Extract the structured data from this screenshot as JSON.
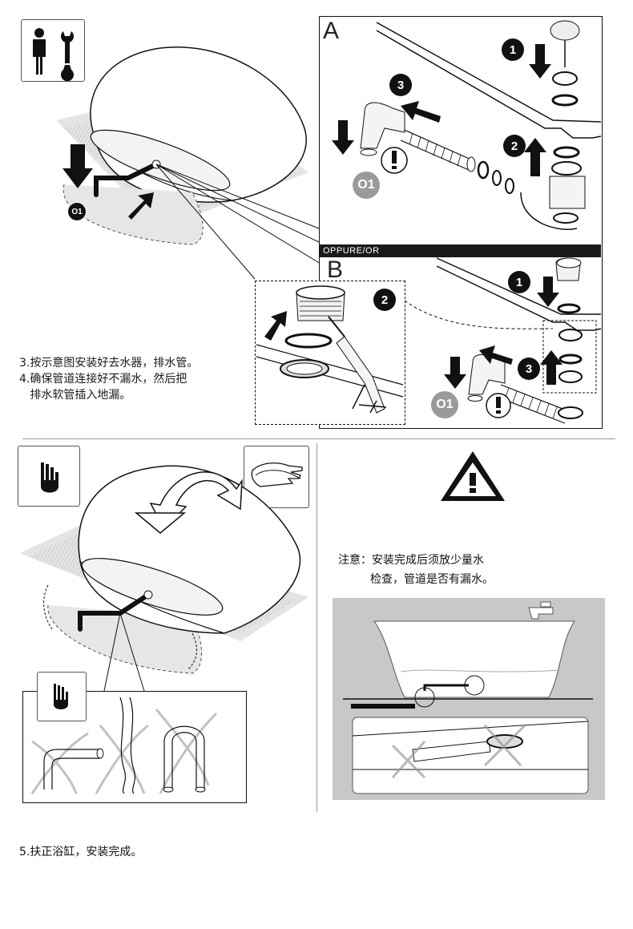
{
  "section1": {
    "steps_text": "3.按示意图安装好去水器，排水管。\n4.确保管道连接好不漏水，然后把\n   排水软管插入地漏。",
    "panel_a_label": "A",
    "panel_b_label": "B",
    "band_label": "OPPURE/OR",
    "o1_label": "O1",
    "o1_small_label": "O1",
    "num_a1": "1",
    "num_a2": "2",
    "num_a3": "3",
    "num_b1": "1",
    "num_b2": "2",
    "num_b3": "3"
  },
  "section2": {
    "note_text": "注意：安装完成后须放少量水\n         检查，管道是否有漏水。"
  },
  "footer": {
    "final_step": "5.扶正浴缸，安装完成。"
  },
  "colors": {
    "ink": "#111111",
    "gray_panel": "#c8c8c8",
    "o1_gray": "#9a9a9a",
    "band": "#1a1a1a"
  },
  "icons": [
    "worker-icon",
    "wrench-icon",
    "hand-icon",
    "gloves-icon",
    "warning-triangle-icon",
    "faucet-icon"
  ]
}
